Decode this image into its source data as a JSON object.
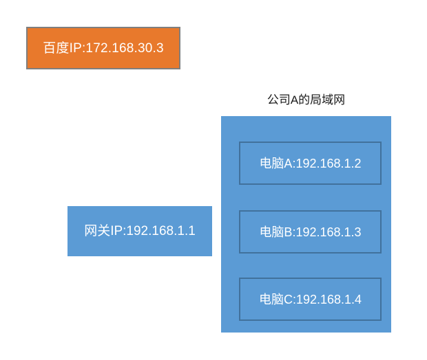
{
  "diagram": {
    "external_node": {
      "label": "百度IP:172.168.30.3",
      "fill": "#E8792C",
      "border": "#7F7F7F",
      "text_color": "#FFFFFF"
    },
    "gateway_node": {
      "label": "网关IP:192.168.1.1",
      "fill": "#5B9BD5",
      "text_color": "#FFFFFF"
    },
    "lan_group": {
      "title": "公司A的局域网",
      "title_color": "#1A1A1A",
      "fill": "#5B9BD5",
      "computers": [
        {
          "label": "电脑A:192.168.1.2",
          "fill": "#5B9BD5",
          "border": "#41719C",
          "text_color": "#FFFFFF"
        },
        {
          "label": "电脑B:192.168.1.3",
          "fill": "#5B9BD5",
          "border": "#41719C",
          "text_color": "#FFFFFF"
        },
        {
          "label": "电脑C:192.168.1.4",
          "fill": "#5B9BD5",
          "border": "#41719C",
          "text_color": "#FFFFFF"
        }
      ]
    }
  }
}
